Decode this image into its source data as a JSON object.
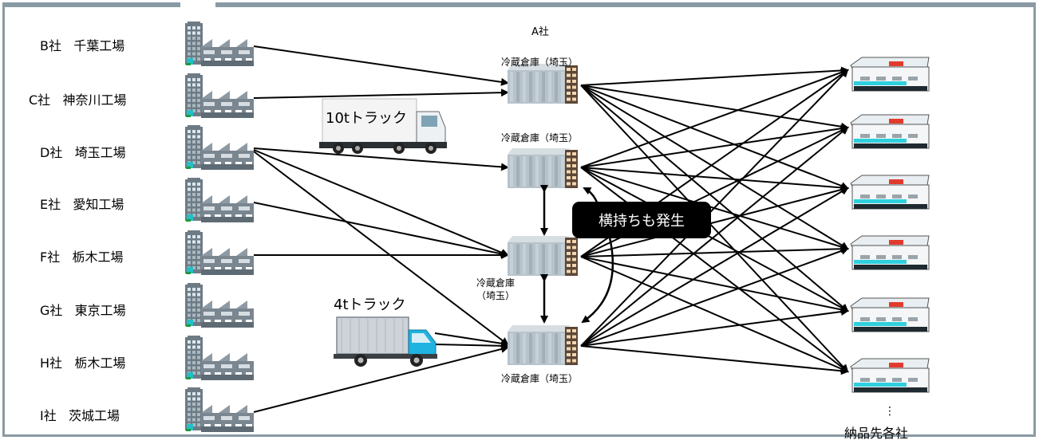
{
  "company": "A社",
  "factories": [
    {
      "company": "B社",
      "name": "千葉工場"
    },
    {
      "company": "C社",
      "name": "神奈川工場"
    },
    {
      "company": "D社",
      "name": "埼玉工場"
    },
    {
      "company": "E社",
      "name": "愛知工場"
    },
    {
      "company": "F社",
      "name": "栃木工場"
    },
    {
      "company": "G社",
      "name": "東京工場"
    },
    {
      "company": "H社",
      "name": "栃木工場"
    },
    {
      "company": "I社",
      "name": "茨城工場"
    }
  ],
  "warehouses": [
    {
      "label": "冷蔵倉庫（埼玉）"
    },
    {
      "label": "冷蔵倉庫（埼玉）"
    },
    {
      "label": "冷蔵倉庫\n（埼玉）"
    },
    {
      "label": "冷蔵倉庫（埼玉）"
    }
  ],
  "trucks": {
    "large": "10tトラック",
    "small": "4tトラック"
  },
  "cross_transport": "横持ちも発生",
  "destinations": {
    "label": "納品先各社",
    "ellipsis": "⋮",
    "count": 6
  }
}
